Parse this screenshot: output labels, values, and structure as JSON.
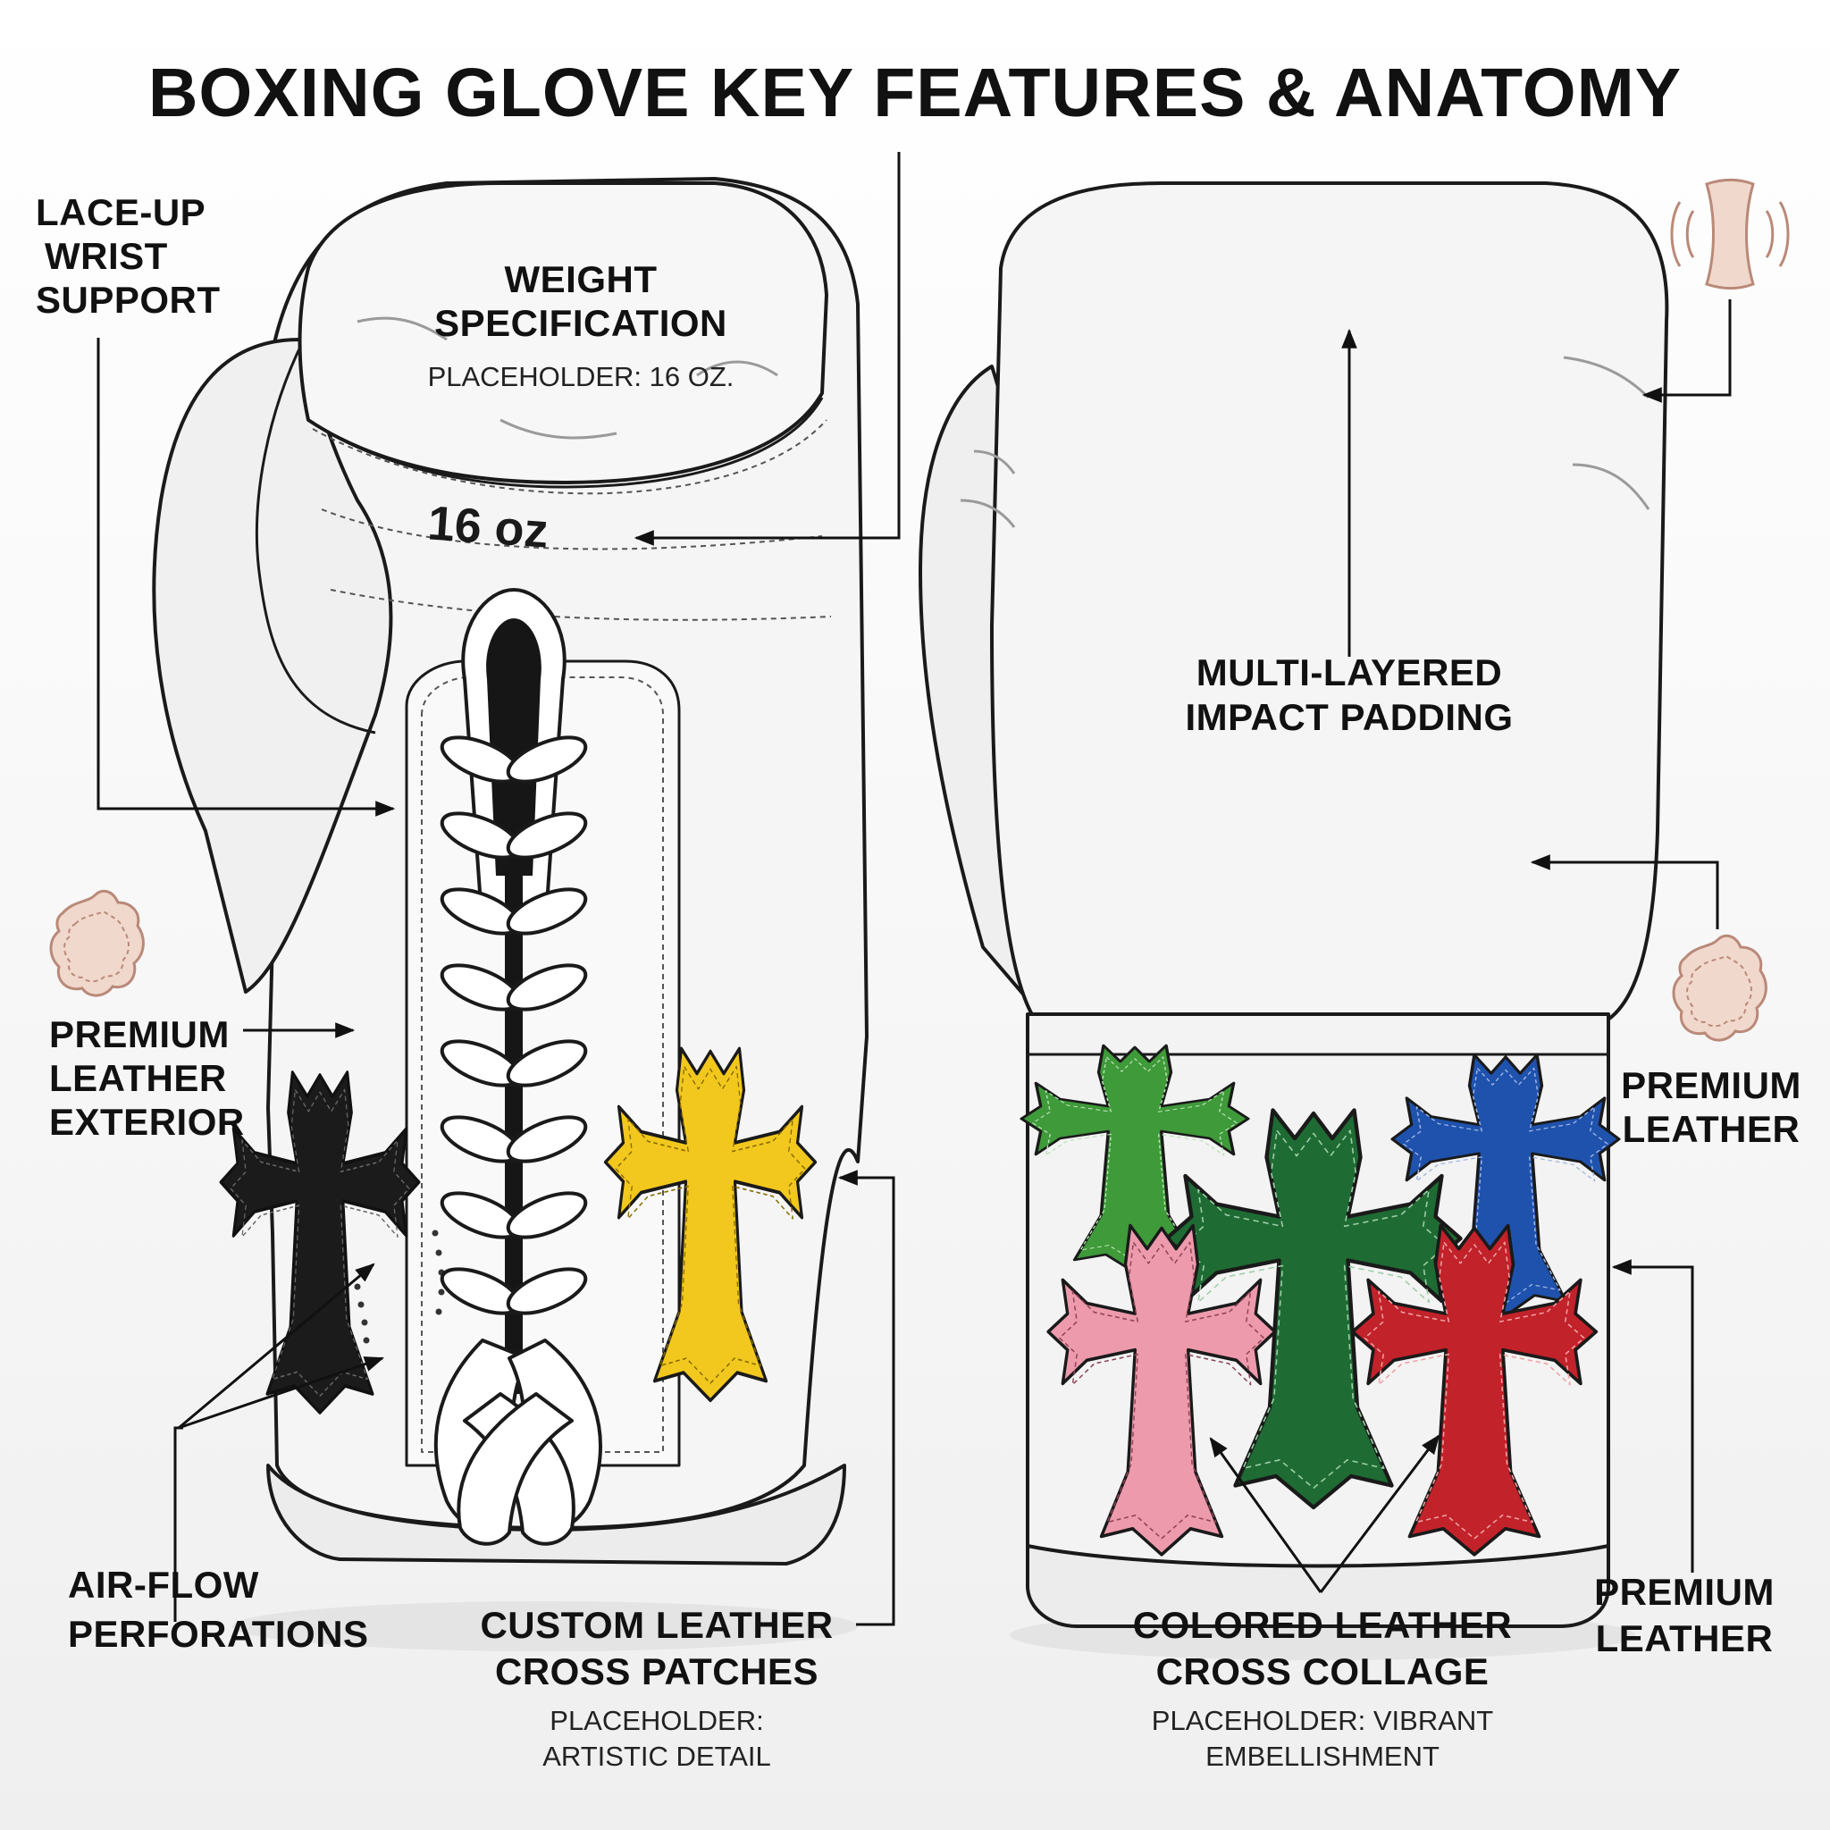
{
  "title": "BOXING GLOVE KEY FEATURES & ANATOMY",
  "glove_text": {
    "weight_stamp": "16 oz"
  },
  "callouts": {
    "lace_up": [
      "LACE-UP",
      "WRIST",
      "SUPPORT"
    ],
    "weight_spec": {
      "lines": [
        "WEIGHT",
        "SPECIFICATION"
      ],
      "note": "PLACEHOLDER: 16 OZ."
    },
    "premium_exterior": [
      "PREMIUM",
      "LEATHER",
      "EXTERIOR"
    ],
    "air_flow": [
      "AIR-FLOW",
      "PERFORATIONS"
    ],
    "custom_cross": {
      "lines": [
        "CUSTOM LEATHER",
        "CROSS PATCHES"
      ],
      "note": [
        "PLACEHOLDER:",
        "ARTISTIC DETAIL"
      ]
    },
    "impact_padding": [
      "MULTI-LAYERED",
      "IMPACT PADDING"
    ],
    "premium_leather_1": [
      "PREMIUM",
      "LEATHER"
    ],
    "premium_leather_2": [
      "PREMIUM",
      "LEATHER"
    ],
    "colored_collage": {
      "lines": [
        "COLORED LEATHER",
        "CROSS COLLAGE"
      ],
      "note": [
        "PLACEHOLDER: VIBRANT",
        "EMBELLISHMENT"
      ]
    }
  },
  "colors": {
    "outline": "#1a1a1a",
    "glove_white": "#f4f4f4",
    "cross_black": "#1b1b1b",
    "cross_yellow": "#f2c81e",
    "cross_green_light": "#3f9a3a",
    "cross_green_dark": "#1f6b34",
    "cross_blue": "#1f52ad",
    "cross_pink": "#ec9aac",
    "cross_red": "#c2222a",
    "leather_icon": "#f1d8cc"
  },
  "icons": [
    "leather-hide-icon",
    "vibration-padding-icon",
    "cross-patch-icon"
  ]
}
